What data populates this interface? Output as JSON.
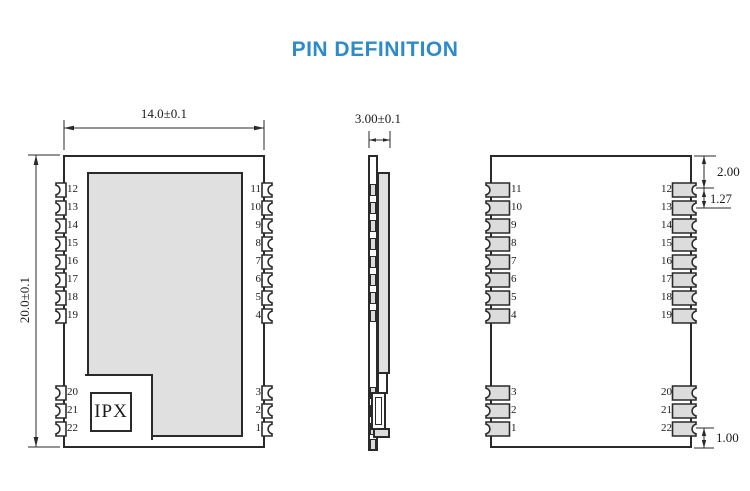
{
  "title": "PIN DEFINITION",
  "colors": {
    "accent": "#2e8bc9",
    "line": "#2a2a2a",
    "shield_fill": "#e0e0e0",
    "pad_fill": "#dcdcdc"
  },
  "dimensions": {
    "front_width": "14.0±0.1",
    "front_height": "20.0±0.1",
    "side_thickness": "3.00±0.1",
    "pin_top_offset": "2.00",
    "pin_pitch": "1.27",
    "pin_bottom_offset": "1.00"
  },
  "front_view": {
    "antenna_label": "IPX",
    "left_top_pins": [
      "12",
      "13",
      "14",
      "15",
      "16",
      "17",
      "18",
      "19"
    ],
    "left_bottom_pins": [
      "20",
      "21",
      "22"
    ],
    "right_top_pins": [
      "11",
      "10",
      "9",
      "8",
      "7",
      "6",
      "5",
      "4"
    ],
    "right_bottom_pins": [
      "3",
      "2",
      "1"
    ]
  },
  "back_view": {
    "left_top_pins": [
      "11",
      "10",
      "9",
      "8",
      "7",
      "6",
      "5",
      "4"
    ],
    "left_bottom_pins": [
      "3",
      "2",
      "1"
    ],
    "right_top_pins": [
      "12",
      "13",
      "14",
      "15",
      "16",
      "17",
      "18",
      "19"
    ],
    "right_bottom_pins": [
      "20",
      "21",
      "22"
    ]
  }
}
